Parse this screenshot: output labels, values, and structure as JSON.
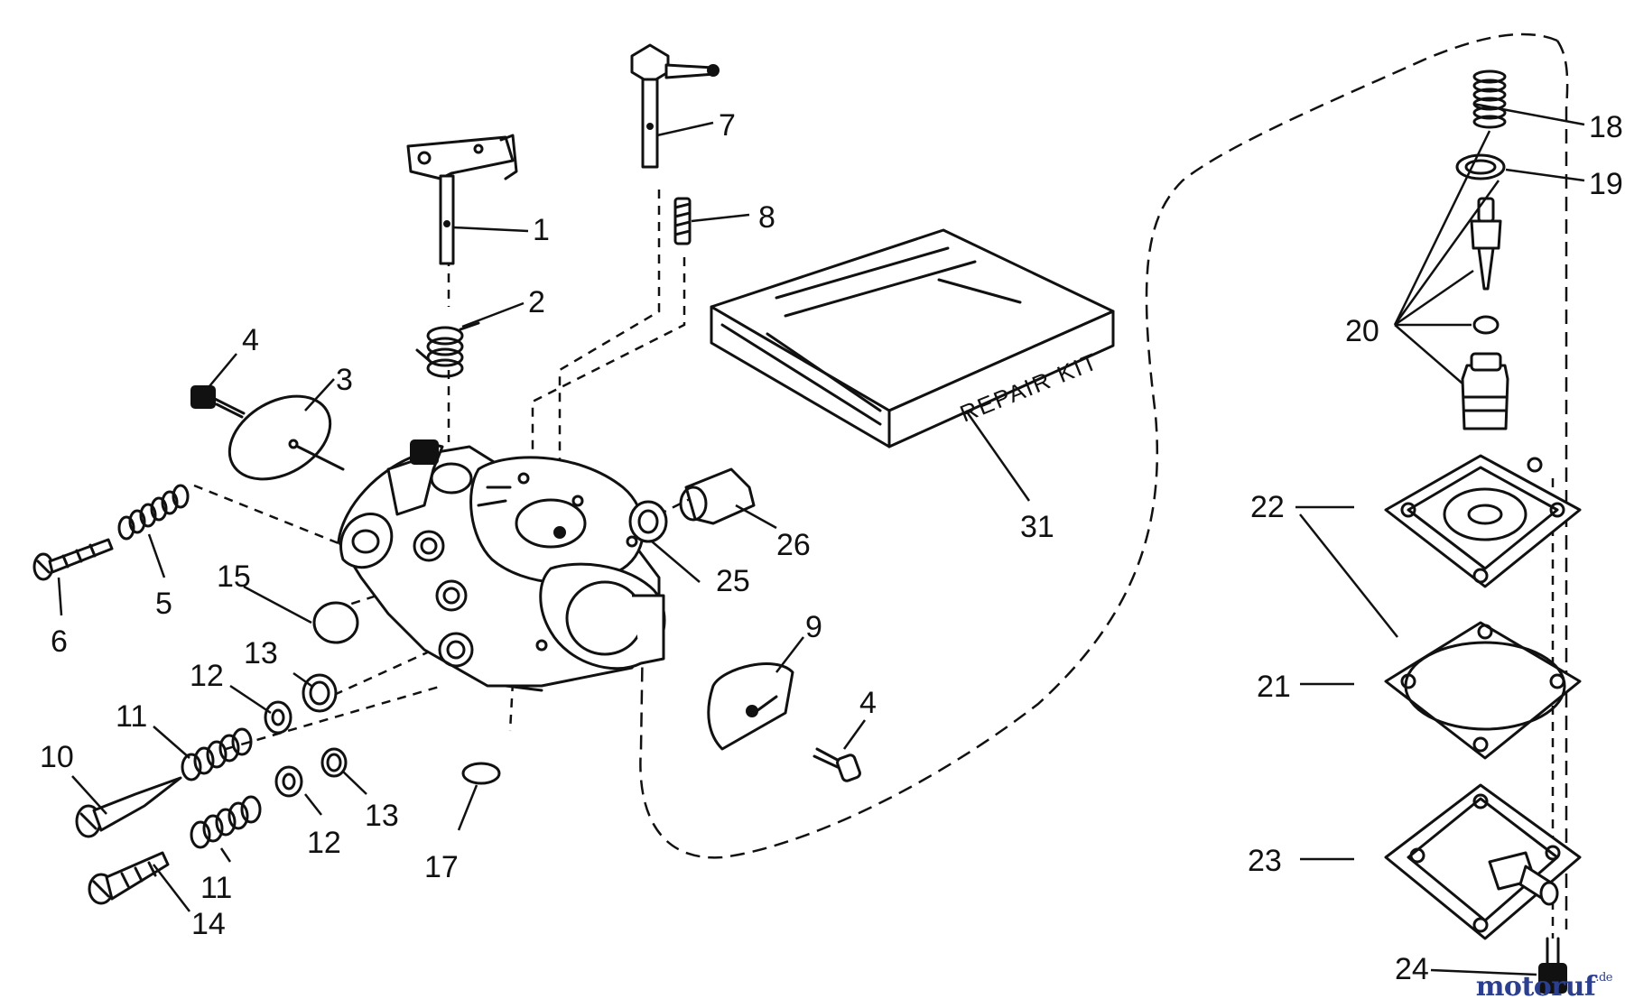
{
  "diagram": {
    "kit_box_text": "REPAIR KIT",
    "callouts": [
      "1",
      "2",
      "3",
      "4",
      "4",
      "5",
      "6",
      "7",
      "8",
      "9",
      "10",
      "11",
      "11",
      "12",
      "12",
      "13",
      "13",
      "14",
      "15",
      "17",
      "18",
      "19",
      "20",
      "21",
      "22",
      "23",
      "24",
      "25",
      "26",
      "31"
    ]
  },
  "watermark": {
    "brand": "motoruf",
    "tld": ".de"
  }
}
